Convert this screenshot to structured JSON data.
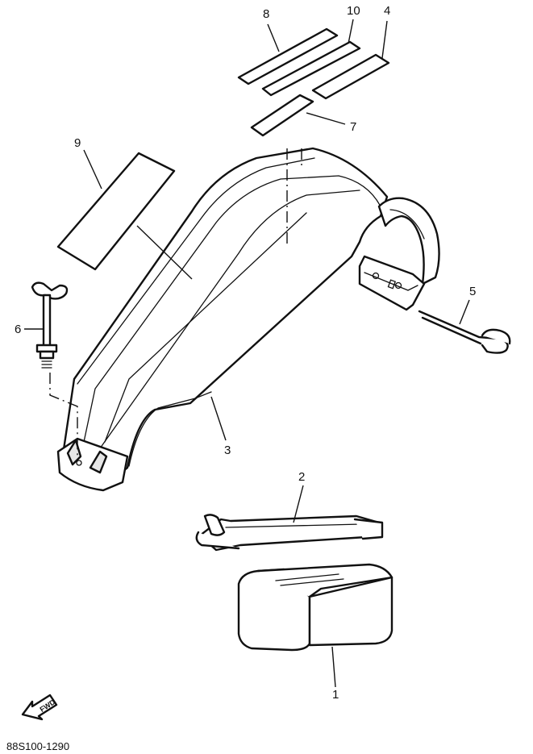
{
  "callouts": {
    "c1": "1",
    "c2": "2",
    "c3": "3",
    "c4": "4",
    "c5": "5",
    "c6": "6",
    "c7": "7",
    "c8": "8",
    "c9": "9",
    "c10": "10"
  },
  "direction_label": "FWD",
  "diagram_code": "88S100-1290",
  "icons": {
    "direction": "fwd-arrow-icon"
  }
}
